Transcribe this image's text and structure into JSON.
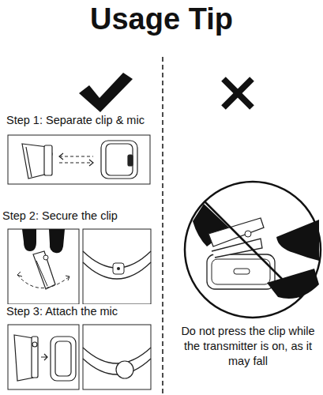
{
  "diagram": {
    "title": "Usage Tip",
    "labels": [
      "Step 1: Separate clip & mic",
      "Step 2: Secure the clip",
      "Step 3: Attach the mic",
      "Do not press the clip while the transmitter is on, as it may fall"
    ]
  }
}
